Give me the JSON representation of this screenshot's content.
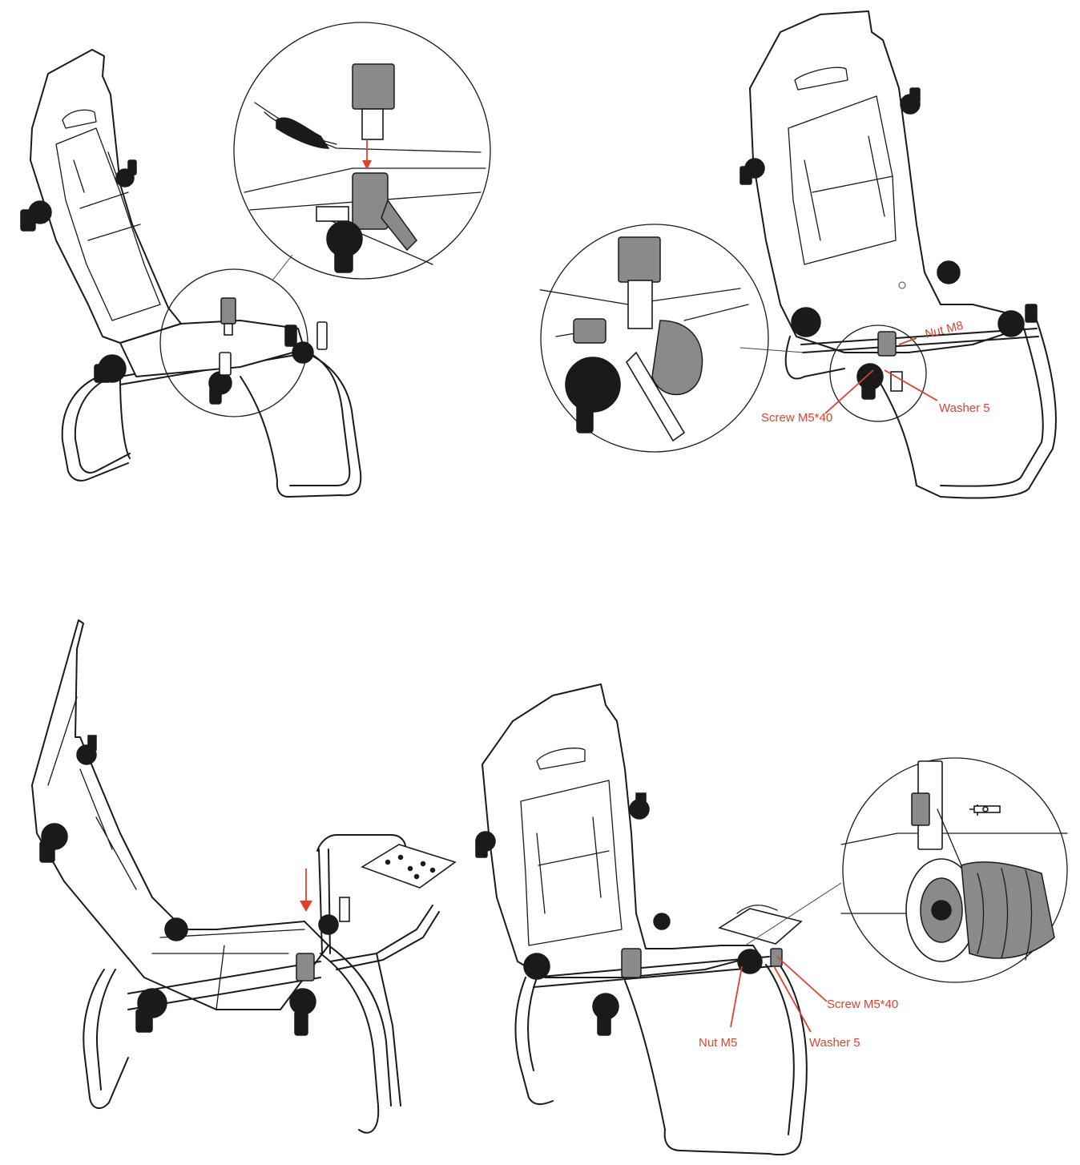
{
  "colors": {
    "line": "#1a1a1a",
    "annotation": "#e0412f",
    "background": "#ffffff"
  },
  "panels": [
    {
      "id": "step-1",
      "labels": []
    },
    {
      "id": "step-2",
      "labels": [
        "Nut M8",
        "Screw M5*40",
        "Washer 5"
      ]
    },
    {
      "id": "step-3",
      "labels": []
    },
    {
      "id": "step-4",
      "labels": [
        "Screw M5*40",
        "Nut M5",
        "Washer 5"
      ]
    }
  ]
}
